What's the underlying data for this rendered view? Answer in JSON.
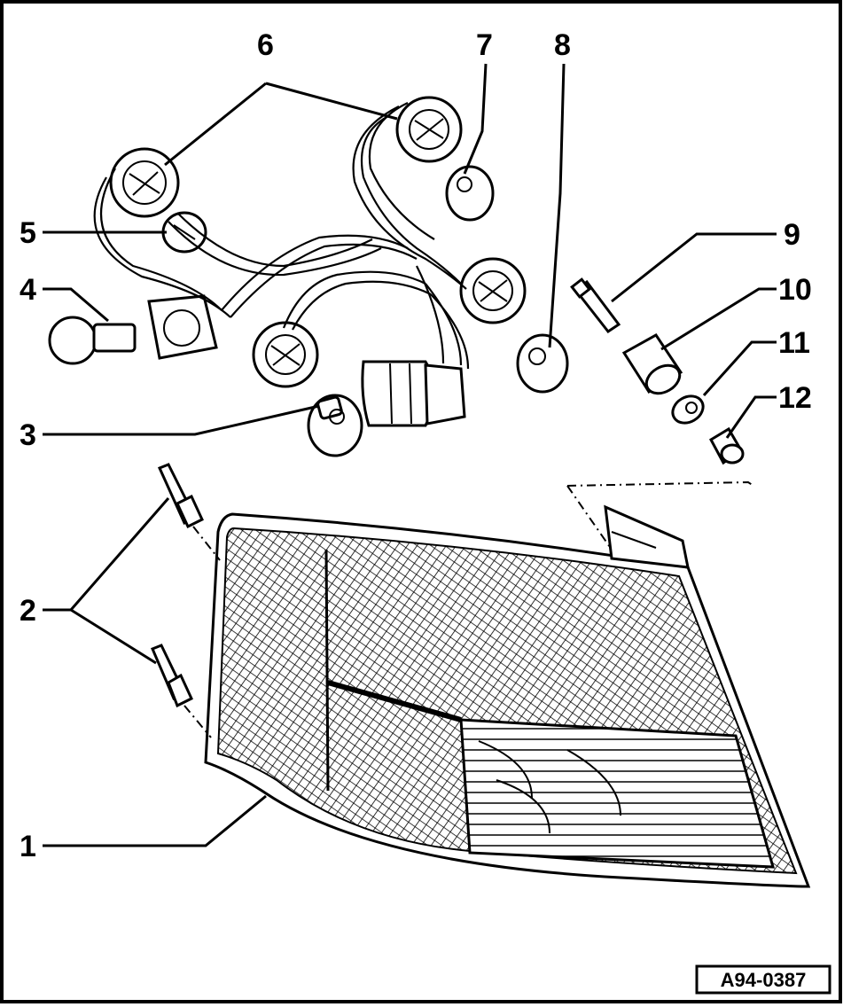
{
  "diagram": {
    "callouts": [
      {
        "id": "1",
        "label": "1"
      },
      {
        "id": "2",
        "label": "2"
      },
      {
        "id": "3",
        "label": "3"
      },
      {
        "id": "4",
        "label": "4"
      },
      {
        "id": "5",
        "label": "5"
      },
      {
        "id": "6",
        "label": "6"
      },
      {
        "id": "7",
        "label": "7"
      },
      {
        "id": "8",
        "label": "8"
      },
      {
        "id": "9",
        "label": "9"
      },
      {
        "id": "10",
        "label": "10"
      },
      {
        "id": "11",
        "label": "11"
      },
      {
        "id": "12",
        "label": "12"
      }
    ],
    "reference": "A94-0387"
  },
  "colors": {
    "ink": "#000000",
    "paper": "#ffffff"
  }
}
